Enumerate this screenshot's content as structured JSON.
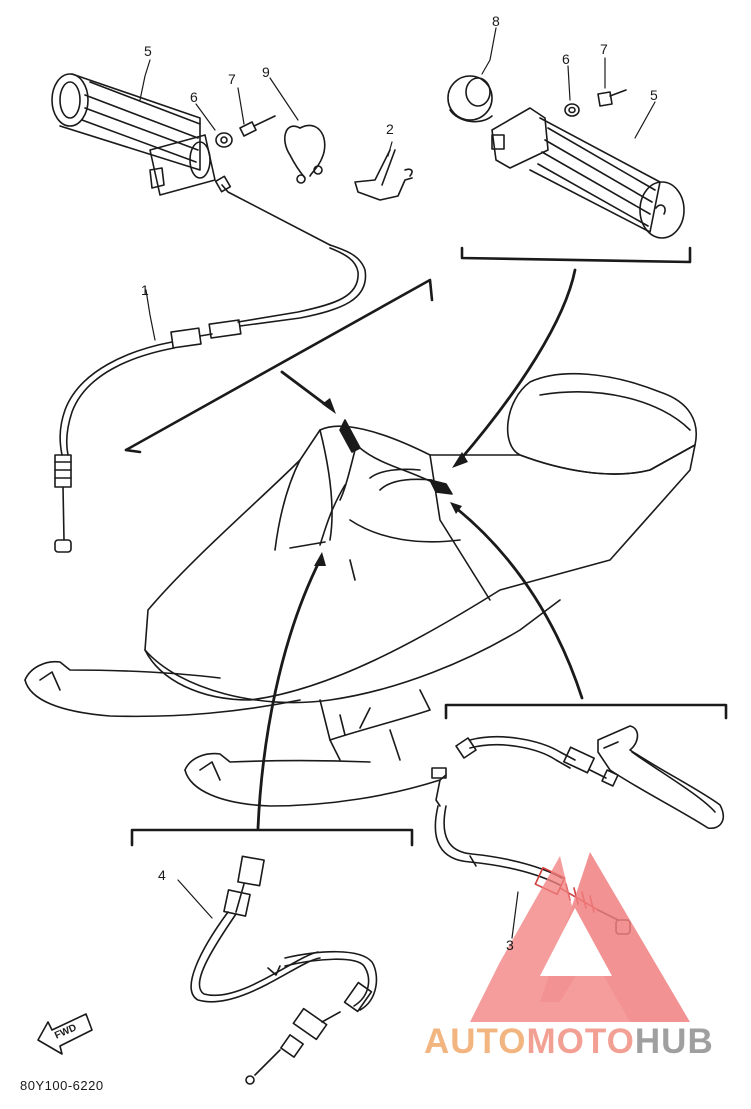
{
  "callouts": [
    {
      "id": "5",
      "note": "grip (left)"
    },
    {
      "id": "6"
    },
    {
      "id": "7"
    },
    {
      "id": "9"
    },
    {
      "id": "2"
    },
    {
      "id": "1"
    },
    {
      "id": "8"
    },
    {
      "id": "6"
    },
    {
      "id": "7"
    },
    {
      "id": "5"
    },
    {
      "id": "4"
    },
    {
      "id": "3"
    }
  ],
  "labels": {
    "n5_left": "5",
    "n6_left": "6",
    "n7_left": "7",
    "n9": "9",
    "n2": "2",
    "n1": "1",
    "n8": "8",
    "n6_right": "6",
    "n7_right": "7",
    "n5_right": "5",
    "n4": "4",
    "n3": "3"
  },
  "fwd_label": "FWD",
  "diagram_code": "80Y100-6220",
  "watermark": {
    "part1": "AUTO",
    "part2": "MOTO",
    "part3": "HUB",
    "color1": "#f2b27a",
    "color2": "#f39b8f",
    "color3": "#9a9a9a",
    "logo_color": "#f27f7f"
  },
  "line_color": "#1a1a1a"
}
